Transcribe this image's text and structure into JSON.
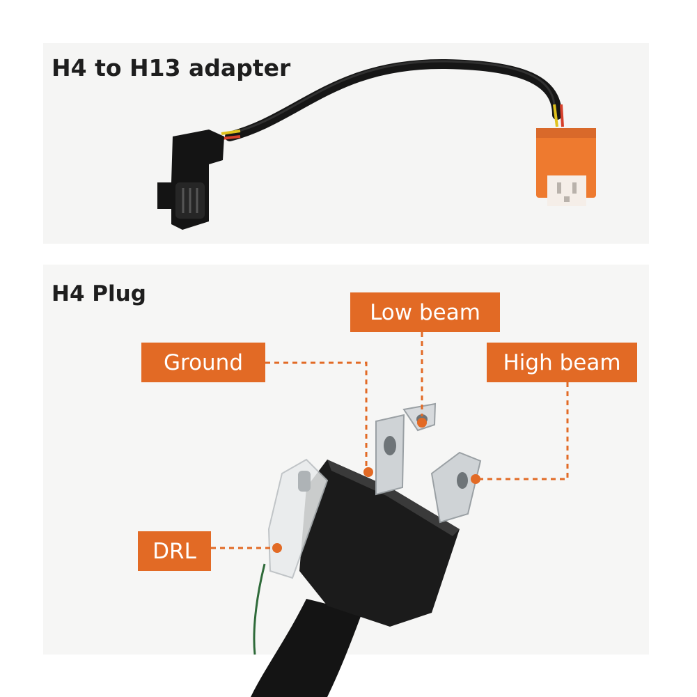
{
  "adapter": {
    "title": "H4 to H13 adapter"
  },
  "plug": {
    "title": "H4 Plug",
    "labels": {
      "low_beam": "Low beam",
      "ground": "Ground",
      "high_beam": "High beam",
      "drl": "DRL"
    }
  },
  "colors": {
    "accent": "#e26a25",
    "connector_orange": "#ee7a2f",
    "plug_body": "#1b1b1b",
    "terminal_metal": "#cfd3d6"
  },
  "icons": [
    "h4-adapter-connector-icon",
    "h13-connector-icon",
    "h4-plug-icon"
  ]
}
